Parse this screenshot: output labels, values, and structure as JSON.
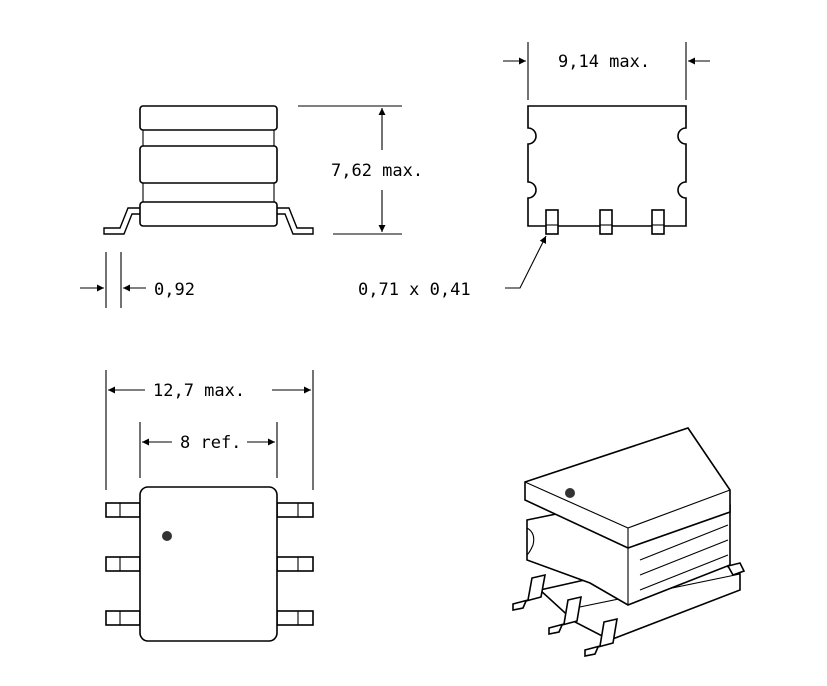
{
  "dimensions": {
    "width_max": "9,14 max.",
    "height_max": "7,62 max.",
    "lead_thickness": "0,92",
    "pad_size": "0,71 x 0,41",
    "overall_length_max": "12,7 max.",
    "body_ref": "8 ref."
  },
  "colors": {
    "line": "#000000",
    "background": "#ffffff",
    "pin1_dot": "#333333"
  }
}
